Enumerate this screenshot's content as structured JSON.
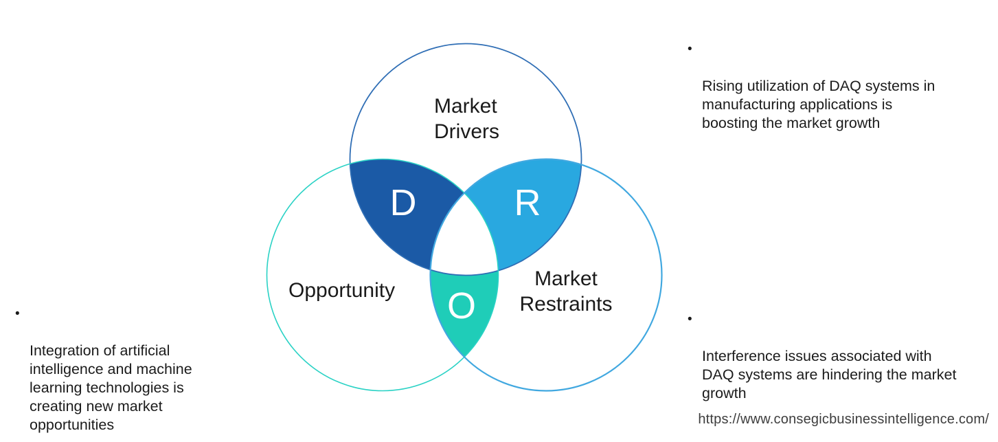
{
  "diagram": {
    "drivers": {
      "label": "Market\nDrivers",
      "letter": "D",
      "fill": "#1B5AA6",
      "stroke": "#2F6EB5"
    },
    "restraints": {
      "label": "Market\nRestraints",
      "letter": "R",
      "fill": "#29A8E0",
      "stroke": "#41A8E0"
    },
    "opportunity": {
      "label": "Opportunity",
      "letter": "O",
      "fill": "#1FCDB8",
      "stroke": "#2AD2C5"
    },
    "center_fill": "#FFFFFF"
  },
  "notes": {
    "marker": "•",
    "top_right": "Rising utilization of DAQ systems in\nmanufacturing applications is\nboosting the market growth",
    "bottom_right": "Interference issues associated with\nDAQ systems are hindering the market\ngrowth",
    "left": "Integration of artificial\nintelligence and machine\nlearning technologies is\ncreating new market\nopportunities"
  },
  "footer": {
    "url": "https://www.consegicbusinessintelligence.com/"
  }
}
